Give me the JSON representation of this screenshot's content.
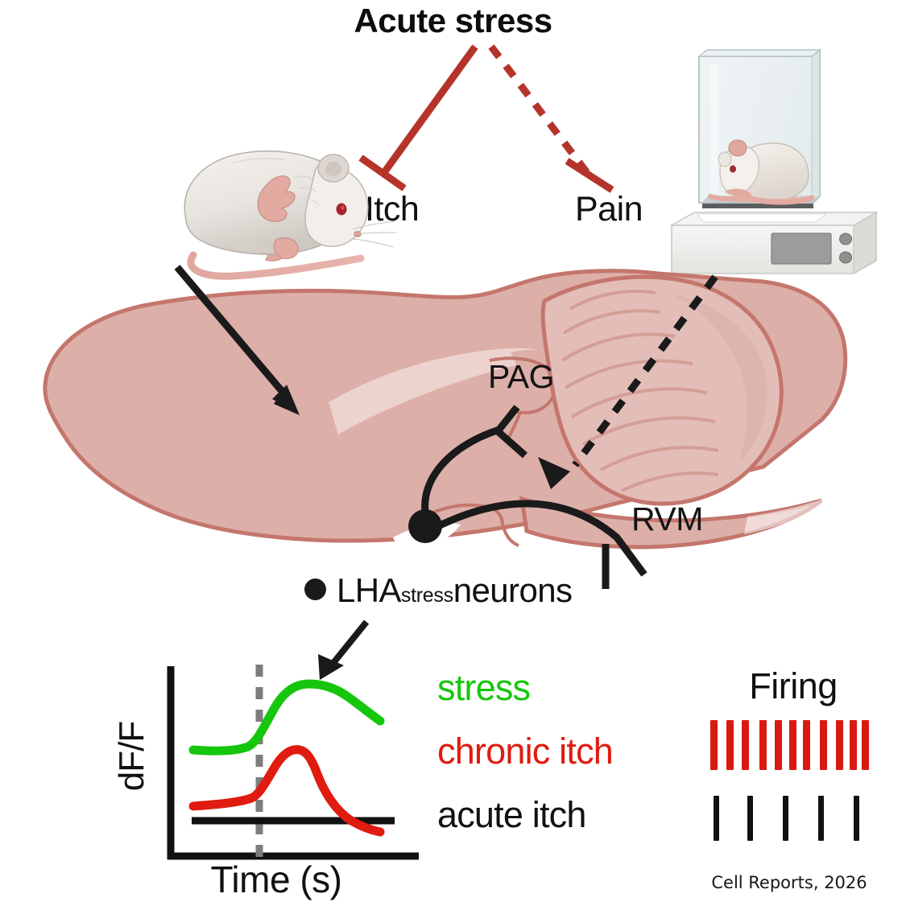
{
  "figure": {
    "title": "Acute stress",
    "citation": "Cell Reports, 2026"
  },
  "outcomes": {
    "itch": "Itch",
    "pain": "Pain"
  },
  "brain_regions": {
    "pag": "PAG",
    "rvm": "RVM"
  },
  "lha": {
    "prefix": "LHA",
    "superscript": "stress",
    "suffix": " neurons",
    "dot_color": "#1a1a1a"
  },
  "plot": {
    "ylabel": "dF/F",
    "xlabel": "Time (s)"
  },
  "legend": {
    "items": [
      {
        "label": "stress",
        "color": "#16c60c"
      },
      {
        "label": "chronic itch",
        "color": "#e01b0f"
      },
      {
        "label": "acute itch",
        "color": "#111111"
      }
    ]
  },
  "firing": {
    "title": "Firing",
    "rows": [
      {
        "name": "chronic-itch-raster",
        "color": "#d81a13",
        "tick_width": 9,
        "tick_height": 62,
        "positions": [
          2,
          22,
          41,
          63,
          82,
          100,
          117,
          138,
          158,
          175,
          190
        ]
      },
      {
        "name": "acute-itch-raster",
        "color": "#111111",
        "tick_width": 7,
        "tick_height": 56,
        "positions": [
          6,
          48,
          92,
          136,
          180
        ]
      }
    ]
  },
  "colors": {
    "inhibition_red": "#b5342a",
    "brain_fill": "#ddafa9",
    "brain_stroke": "#c4766d",
    "cerebellum_fill": "#e3bdb8",
    "trace_green": "#16c60c",
    "trace_red": "#e01b0f",
    "trace_black": "#111111",
    "event_marker_gray": "#7d7d7d"
  },
  "chart_data": {
    "type": "line",
    "title": "",
    "xlabel": "Time (s)",
    "ylabel": "dF/F",
    "xlim": [
      0,
      10
    ],
    "ylim": [
      0,
      10
    ],
    "grid": false,
    "legend_position": "right",
    "annotations": [
      {
        "type": "vline",
        "x": 3.2,
        "style": "dashed",
        "color": "#7d7d7d",
        "label": "stimulus onset"
      },
      {
        "type": "arrow",
        "label": "LHA stress neurons point to stress trace"
      }
    ],
    "series": [
      {
        "name": "stress",
        "color": "#16c60c",
        "x": [
          0.6,
          1.6,
          2.4,
          3.0,
          3.4,
          3.9,
          4.5,
          5.2,
          6.0,
          7.0,
          8.0,
          9.0
        ],
        "y": [
          5.55,
          5.5,
          5.6,
          6.2,
          7.1,
          7.9,
          8.5,
          8.75,
          8.8,
          8.7,
          8.5,
          8.25
        ]
      },
      {
        "name": "chronic itch",
        "color": "#e01b0f",
        "x": [
          0.6,
          1.6,
          2.4,
          3.0,
          3.4,
          3.9,
          4.4,
          5.0,
          6.0,
          7.0,
          8.0,
          9.0
        ],
        "y": [
          2.45,
          2.5,
          2.65,
          2.9,
          3.9,
          5.1,
          5.6,
          5.4,
          4.8,
          4.2,
          3.6,
          3.1
        ]
      },
      {
        "name": "acute itch",
        "color": "#111111",
        "x": [
          0.6,
          9.3
        ],
        "y": [
          1.0,
          1.0
        ]
      }
    ]
  }
}
